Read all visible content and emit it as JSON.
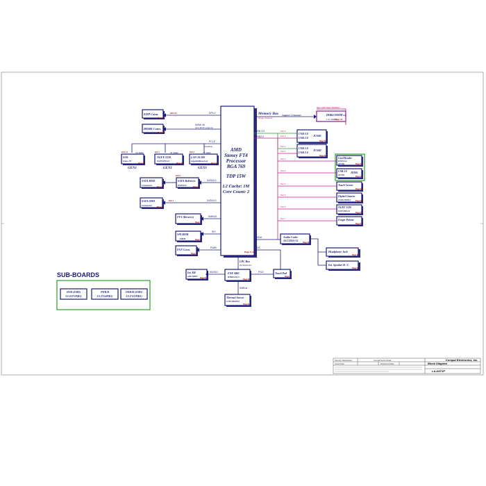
{
  "cpu": {
    "line1": "AMD",
    "line2": "Stoney FT4",
    "line3": "Processor",
    "line4": "BGA  769",
    "tdp": "TDP  15W",
    "l2": "L2 Cache: 1M",
    "cores": "Core Count: 2",
    "page": "Page 5~12"
  },
  "memory": {
    "bus_label": "Memory Bus",
    "bus_sub": "Single Channel",
    "support": "Support 1 Channel",
    "dimm": "DDR4-DIMM x1",
    "dimm_sub": "1.2V DDR4",
    "max": "Max DDR Rate 1866MHz",
    "page": "Page 15"
  },
  "left_blocks": {
    "edp": {
      "label": "EDP Conn.",
      "page": "Page 26",
      "bus": "DP0 X2",
      "port": "DP0.2"
    },
    "hdmi": {
      "label": "HDMI  Conn.",
      "page": "Page 26",
      "bus": "HDMI 4b",
      "port": "(w/o 4K2K support)"
    },
    "pcie": {
      "port": "PCI-E"
    },
    "ssd": {
      "label": "SSD",
      "sub": "Class 35",
      "page": "Page 29",
      "lane": "x2 Lane",
      "gen": "GEN1",
      "port": "Port 4,5"
    },
    "ngff": {
      "label": "NGFF 2230",
      "sub": "WIFI/BT4.0",
      "page": "Page 25",
      "lane": "x1 Lane",
      "gen": "GEN1",
      "port": "Port 1"
    },
    "lan": {
      "label": "LAN 10/100",
      "sub": "Gigabit(Reserve)",
      "page": "Page 24",
      "lane": "x1 Lane",
      "gen": "GEN1",
      "port": "Port 2",
      "note": "Gbe(Res)"
    },
    "sata_hdd": {
      "label": "SATA  HDD",
      "sub": "Connector",
      "page": "Page 27",
      "port": "Port 0"
    },
    "redriver": {
      "label": "SATA  ReDriver",
      "sub": "PS8527C",
      "page": "Page 27",
      "bus": "SATA3.0"
    },
    "sata_odd": {
      "label": "SATA  ODD",
      "sub": "Connector",
      "page": "Page 27",
      "port": "Port 1",
      "bus": "SATA3.0"
    },
    "ffs": {
      "label": "FFS (Reserve)",
      "page": "Page 31",
      "bus": "SMBUS"
    },
    "spi": {
      "label": "SPI ROM",
      "sub": "16MB",
      "page": "Page 6",
      "bus": "SPI"
    },
    "fan": {
      "label": "FAN Conn.",
      "page": "Page 31",
      "bus": "PWM"
    }
  },
  "right_blocks": {
    "usb30_title": "USB 3.0",
    "usb20_title": "USB2.0",
    "jusb1": {
      "a": "USB 3.0",
      "b": "USB 2.0",
      "label": "JUSB1",
      "page": "Page 33"
    },
    "jusb2": {
      "a": "USB 3.0",
      "b": "USB 2.0",
      "label": "JUSB2",
      "page": "Page 33"
    },
    "card": {
      "label": "Card Reader",
      "sub": "RTS5144",
      "sub2": "(IO/B)",
      "page": "Page 34"
    },
    "usb_io": {
      "label": "USB 2.0",
      "sub": "(IO/B)",
      "label2": "JIOB1",
      "page": "Page 33"
    },
    "touch": {
      "label": "Touch Screen",
      "page": "Page 26"
    },
    "camera": {
      "label": "Digital Camera",
      "sub": "(With DMIC)",
      "page": "Page 26"
    },
    "ngff": {
      "label": "NGFF 2230",
      "sub": "WIFI/BT4.0",
      "page": "Page 25"
    },
    "finger": {
      "label": "Finger  Printer",
      "page": "Page 34"
    },
    "ports": [
      "Port 0",
      "Port 1",
      "Port 0",
      "Port 1",
      "Port 2",
      "Port 3",
      "Port 4",
      "Port 5",
      "Port 6",
      "Port 7"
    ]
  },
  "audio": {
    "codec": "Audio  Codec",
    "codec_sub": "ALC3204-CG",
    "codec_page": "Page 30",
    "hda": "HDA",
    "headphone": "Headphone Jack",
    "headphone_page": "Page 30",
    "speaker": "Int. Speaker R / L",
    "speaker_page": "Page 30"
  },
  "bottom": {
    "lpc": "LPC Bus",
    "lpc_sub": "33 MHz/3.3V",
    "i2c": "I2C",
    "kbc": "ENE KBC",
    "kbc_sub": "KB9022Q C",
    "kbc_page": "Page 29",
    "int_kb": "Int. KB",
    "int_kb_sub": "with 60HZ",
    "int_kb_page": "Page 31",
    "kbsio": "KB/SIO",
    "ps2": "PS/2",
    "touchpad": "Touch Pad",
    "touchpad_page": "Page 31",
    "smbus": "SMBus",
    "thermal": "Thermal  Sensor",
    "thermal_sub": "G781(RoHS)",
    "thermal_page": "Page 31"
  },
  "sub_boards": {
    "title": "SUB-BOARDS",
    "boards": [
      {
        "a": "IO/B (AMD)",
        "b": "LS-E071P(R1)"
      },
      {
        "a": "PWR/B",
        "b": "LS-F114P(R1)"
      },
      {
        "a": "ODD/B (AMD)",
        "b": "LS-F122P(R1)"
      }
    ]
  },
  "title_block": {
    "company": "Compal Electronics, Inc.",
    "title": "Block Diagram",
    "doc": "LA-D071P",
    "sec1": "Security Classification",
    "sec2": "Compal Secret Data",
    "issued": "Issued Date",
    "deciphered": "Deciphered Date"
  }
}
